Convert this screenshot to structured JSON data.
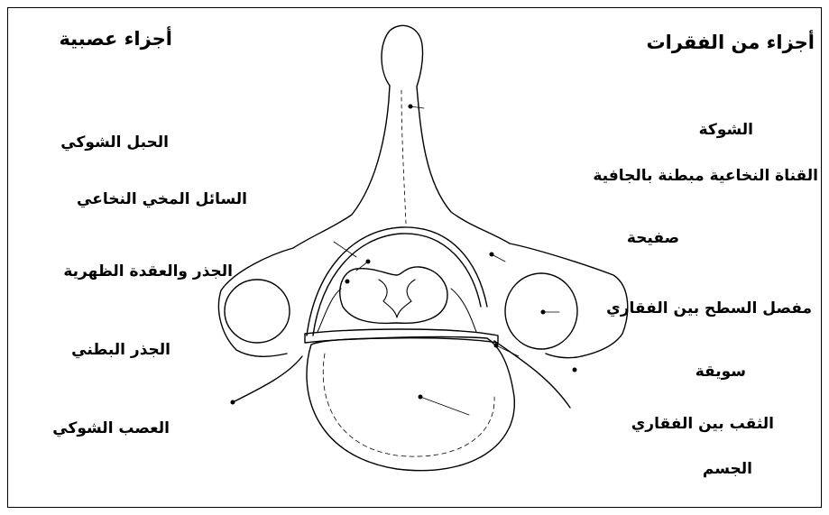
{
  "headers": {
    "neural": "أجزاء عصبية",
    "vertebral": "أجزاء من الفقرات"
  },
  "left_labels": [
    "الحبل الشوكي",
    "السائل المخي النخاعي",
    "الجذر والعقدة الظهرية",
    "الجذر البطني",
    "العصب الشوكي"
  ],
  "right_labels": [
    "الشوكة",
    "القناة النخاعية مبطنة بالجافية",
    "صفيحة",
    "مفصل السطح بين الفقاري",
    "سويقة",
    "الثقب بين الفقاري",
    "الجسم"
  ],
  "colors": {
    "ink": "#000000",
    "background": "#ffffff"
  }
}
